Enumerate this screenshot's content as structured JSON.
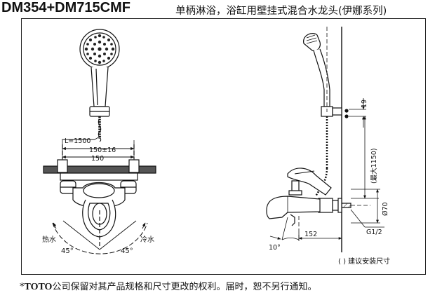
{
  "header": {
    "model": "DM354+DM715CMF",
    "description": "单柄淋浴，浴缸用壁挂式混合水龙头(伊娜系列)"
  },
  "front_view": {
    "hose_length": "L=1500",
    "width_tolerance": "150±16",
    "width": "150",
    "hot_label": "热水",
    "cold_label": "冷水",
    "angle_left": "45°",
    "angle_right": "45°"
  },
  "side_view": {
    "bracket_dim": "19",
    "height_dim": "(最大1150)",
    "diameter_dim": "Ø70",
    "thread_dim": "G1/2",
    "spout_dim": "152",
    "angle_dim": "10°",
    "recommend_note": "(  ) 建议安装尺寸"
  },
  "footer": {
    "star": "*",
    "brand": "TOTO",
    "text": "公司保留对其产品规格和尺寸更改的权利。届时，恕不另行通知。"
  }
}
